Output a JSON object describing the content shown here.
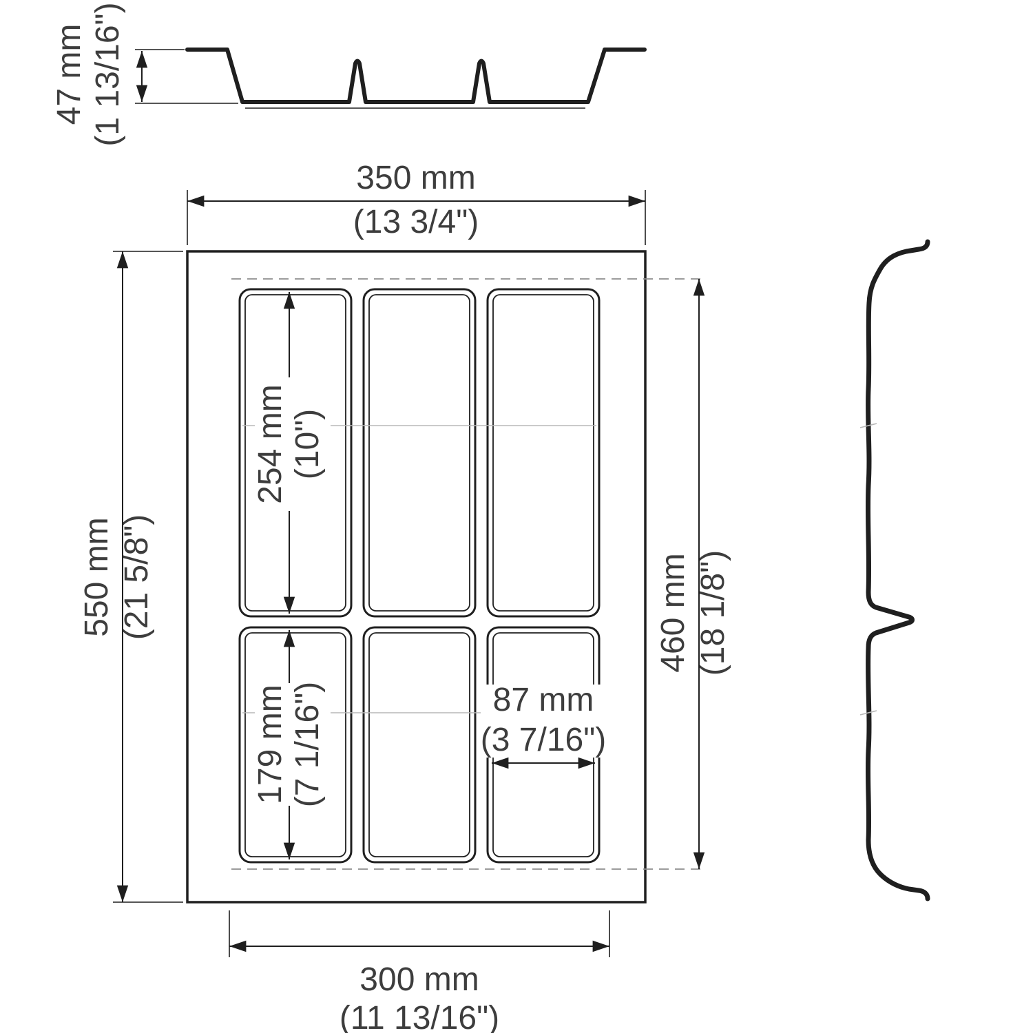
{
  "drawing": {
    "dims": {
      "depth": {
        "mm": "47 mm",
        "inch": "(1 13/16\")"
      },
      "outer_width": {
        "mm": "350 mm",
        "inch": "(13 3/4\")"
      },
      "outer_length": {
        "mm": "550 mm",
        "inch": "(21 5/8\")"
      },
      "inner_length": {
        "mm": "460 mm",
        "inch": "(18 1/8\")"
      },
      "inner_width": {
        "mm": "300 mm",
        "inch": "(11 13/16\")"
      },
      "compartment_long": {
        "mm": "254 mm",
        "inch": "(10\")"
      },
      "compartment_short": {
        "mm": "179 mm",
        "inch": "(7 1/16\")"
      },
      "compartment_width": {
        "mm": "87 mm",
        "inch": "(3 7/16\")"
      }
    },
    "colors": {
      "line": "#1f1f1f",
      "text": "#3d3d3d",
      "faint": "#b8b8b8",
      "dash": "#8f8f8f"
    }
  }
}
